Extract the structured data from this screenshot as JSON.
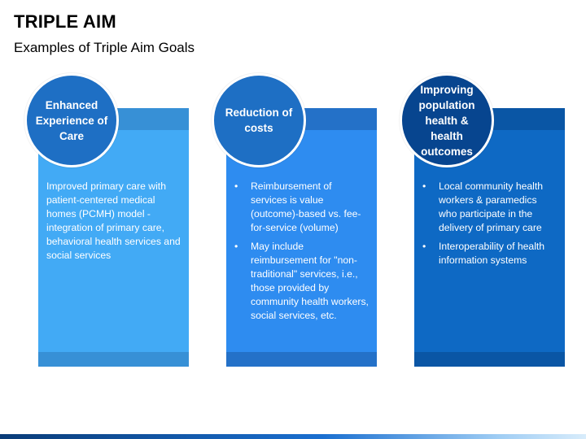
{
  "slide": {
    "title": "TRIPLE AIM",
    "subtitle": "Examples of Triple Aim Goals"
  },
  "cards": [
    {
      "heading": "Enhanced Experience of Care",
      "text": "Improved primary care with patient-centered medical homes (PCMH) model - integration of primary care, behavioral health services and social services",
      "bullets": []
    },
    {
      "heading": "Reduction of costs",
      "text": "",
      "bullets": [
        "Reimbursement of services is value (outcome)-based vs. fee-for-service (volume)",
        "May include reimbursement for \"non-traditional\" services, i.e., those provided by community health workers, social services, etc."
      ]
    },
    {
      "heading": "Improving population health & health outcomes",
      "text": "",
      "bullets": [
        "Local community health workers & paramedics who participate in the delivery of primary care",
        "Interoperability of health information systems"
      ]
    }
  ],
  "bullet_glyph": "•",
  "colors": {
    "card1": "#42aaf5",
    "card2": "#2e8cf0",
    "card3": "#0e69c4",
    "circle_dark": "#07458f",
    "circle_mid": "#1e6fc4"
  }
}
